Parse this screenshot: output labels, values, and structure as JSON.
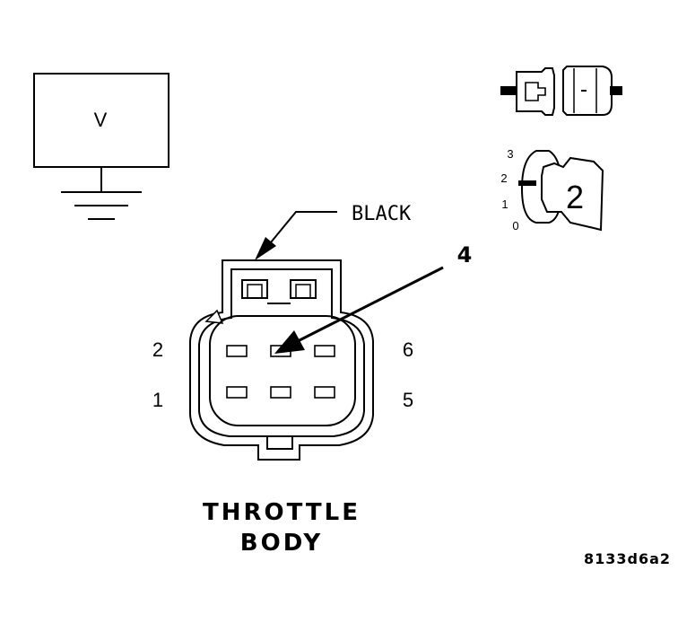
{
  "meter": {
    "symbol": "V"
  },
  "wire": {
    "color_label": "BLACK"
  },
  "probe": {
    "pin_callout": "4"
  },
  "selector": {
    "positions": [
      "3",
      "2",
      "1",
      "0"
    ],
    "selected": "2"
  },
  "connector": {
    "pin_labels": {
      "top_left": "2",
      "bottom_left": "1",
      "top_right": "6",
      "bottom_right": "5"
    }
  },
  "title": {
    "line1": "THROTTLE",
    "line2": "BODY"
  },
  "figure_id": "8133d6a2"
}
